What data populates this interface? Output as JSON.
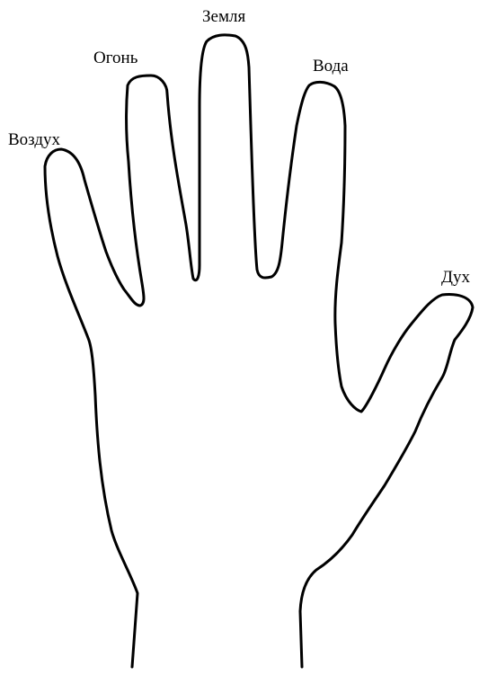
{
  "labels": {
    "earth": "Земля",
    "fire": "Огонь",
    "water": "Вода",
    "air": "Воздух",
    "spirit": "Дух"
  },
  "colors": {
    "outline": "#000000",
    "background": "#ffffff"
  }
}
